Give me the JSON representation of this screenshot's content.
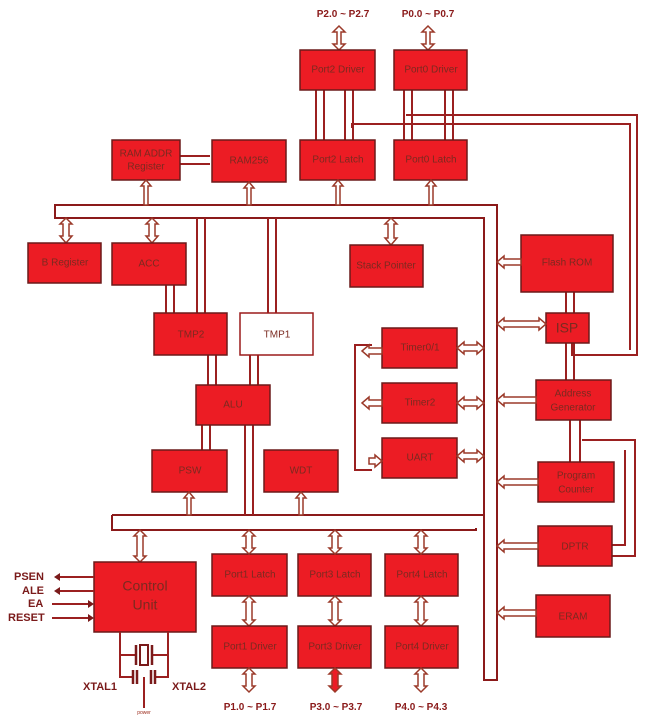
{
  "top_ports": [
    {
      "label": "P2.0 ~ P2.7",
      "driver": "Port2 Driver",
      "latch": "Port2 Latch"
    },
    {
      "label": "P0.0 ~ P0.7",
      "driver": "Port0 Driver",
      "latch": "Port0 Latch"
    }
  ],
  "blocks": {
    "ram_addr": "RAM ADDR\nRegister",
    "ram_addr_line1": "RAM ADDR",
    "ram_addr_line2": "Register",
    "ram256": "RAM256",
    "b_register": "B Register",
    "acc": "ACC",
    "stack_pointer": "Stack Pointer",
    "flash_rom": "Flash ROM",
    "isp": "ISP",
    "tmp2": "TMP2",
    "tmp1": "TMP1",
    "alu": "ALU",
    "timer01": "Timer0/1",
    "timer2": "Timer2",
    "uart": "UART",
    "address_generator_line1": "Address",
    "address_generator_line2": "Generator",
    "psw": "PSW",
    "wdt": "WDT",
    "program_counter_line1": "Program",
    "program_counter_line2": "Counter",
    "dptr": "DPTR",
    "eram": "ERAM",
    "control_unit_line1": "Control",
    "control_unit_line2": "Unit"
  },
  "bottom_ports": [
    {
      "latch": "Port1 Latch",
      "driver": "Port1 Driver",
      "label": "P1.0 ~ P1.7"
    },
    {
      "latch": "Port3 Latch",
      "driver": "Port3 Driver",
      "label": "P3.0 ~ P3.7"
    },
    {
      "latch": "Port4 Latch",
      "driver": "Port4 Driver",
      "label": "P4.0 ~ P4.3"
    }
  ],
  "control_signals": {
    "outputs": [
      "PSEN",
      "ALE"
    ],
    "inputs": [
      "EA",
      "RESET"
    ]
  },
  "crystal": {
    "xtal1": "XTAL1",
    "xtal2": "XTAL2",
    "ground": "power"
  },
  "colors": {
    "block_fill": "#ec1c24",
    "block_border": "#6b1a1a",
    "bus_line": "#8b1a1a",
    "label_text": "#8a1a1a"
  }
}
